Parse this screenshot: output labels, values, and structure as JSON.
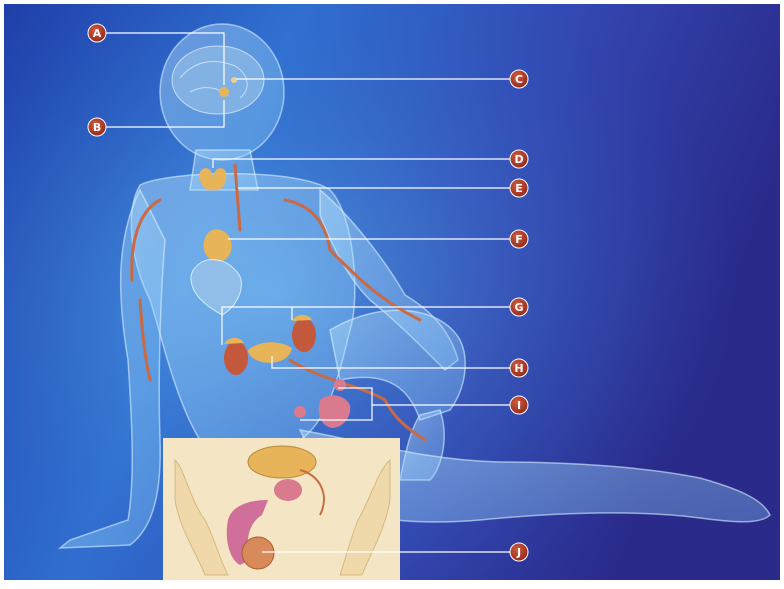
{
  "figure": {
    "title": "",
    "palette": {
      "background_dark": "#1a2a8f",
      "background_light": "#3f8ed8",
      "body_glow": "#9fd8ff",
      "gland": "#e8b45a",
      "organ_pink": "#d97a8e",
      "kidney": "#c4583c",
      "artery": "#c96a45",
      "leader_line": "#ffffff",
      "marker_fill": "#b5402a",
      "inset_bg": "#f4e6c4"
    }
  },
  "labels": [
    {
      "id": "A",
      "text": "A"
    },
    {
      "id": "B",
      "text": "B"
    },
    {
      "id": "C",
      "text": "C"
    },
    {
      "id": "D",
      "text": "D"
    },
    {
      "id": "E",
      "text": "E"
    },
    {
      "id": "F",
      "text": "F"
    },
    {
      "id": "G",
      "text": "G"
    },
    {
      "id": "H",
      "text": "H"
    },
    {
      "id": "I",
      "text": "I"
    },
    {
      "id": "J",
      "text": "J"
    }
  ]
}
